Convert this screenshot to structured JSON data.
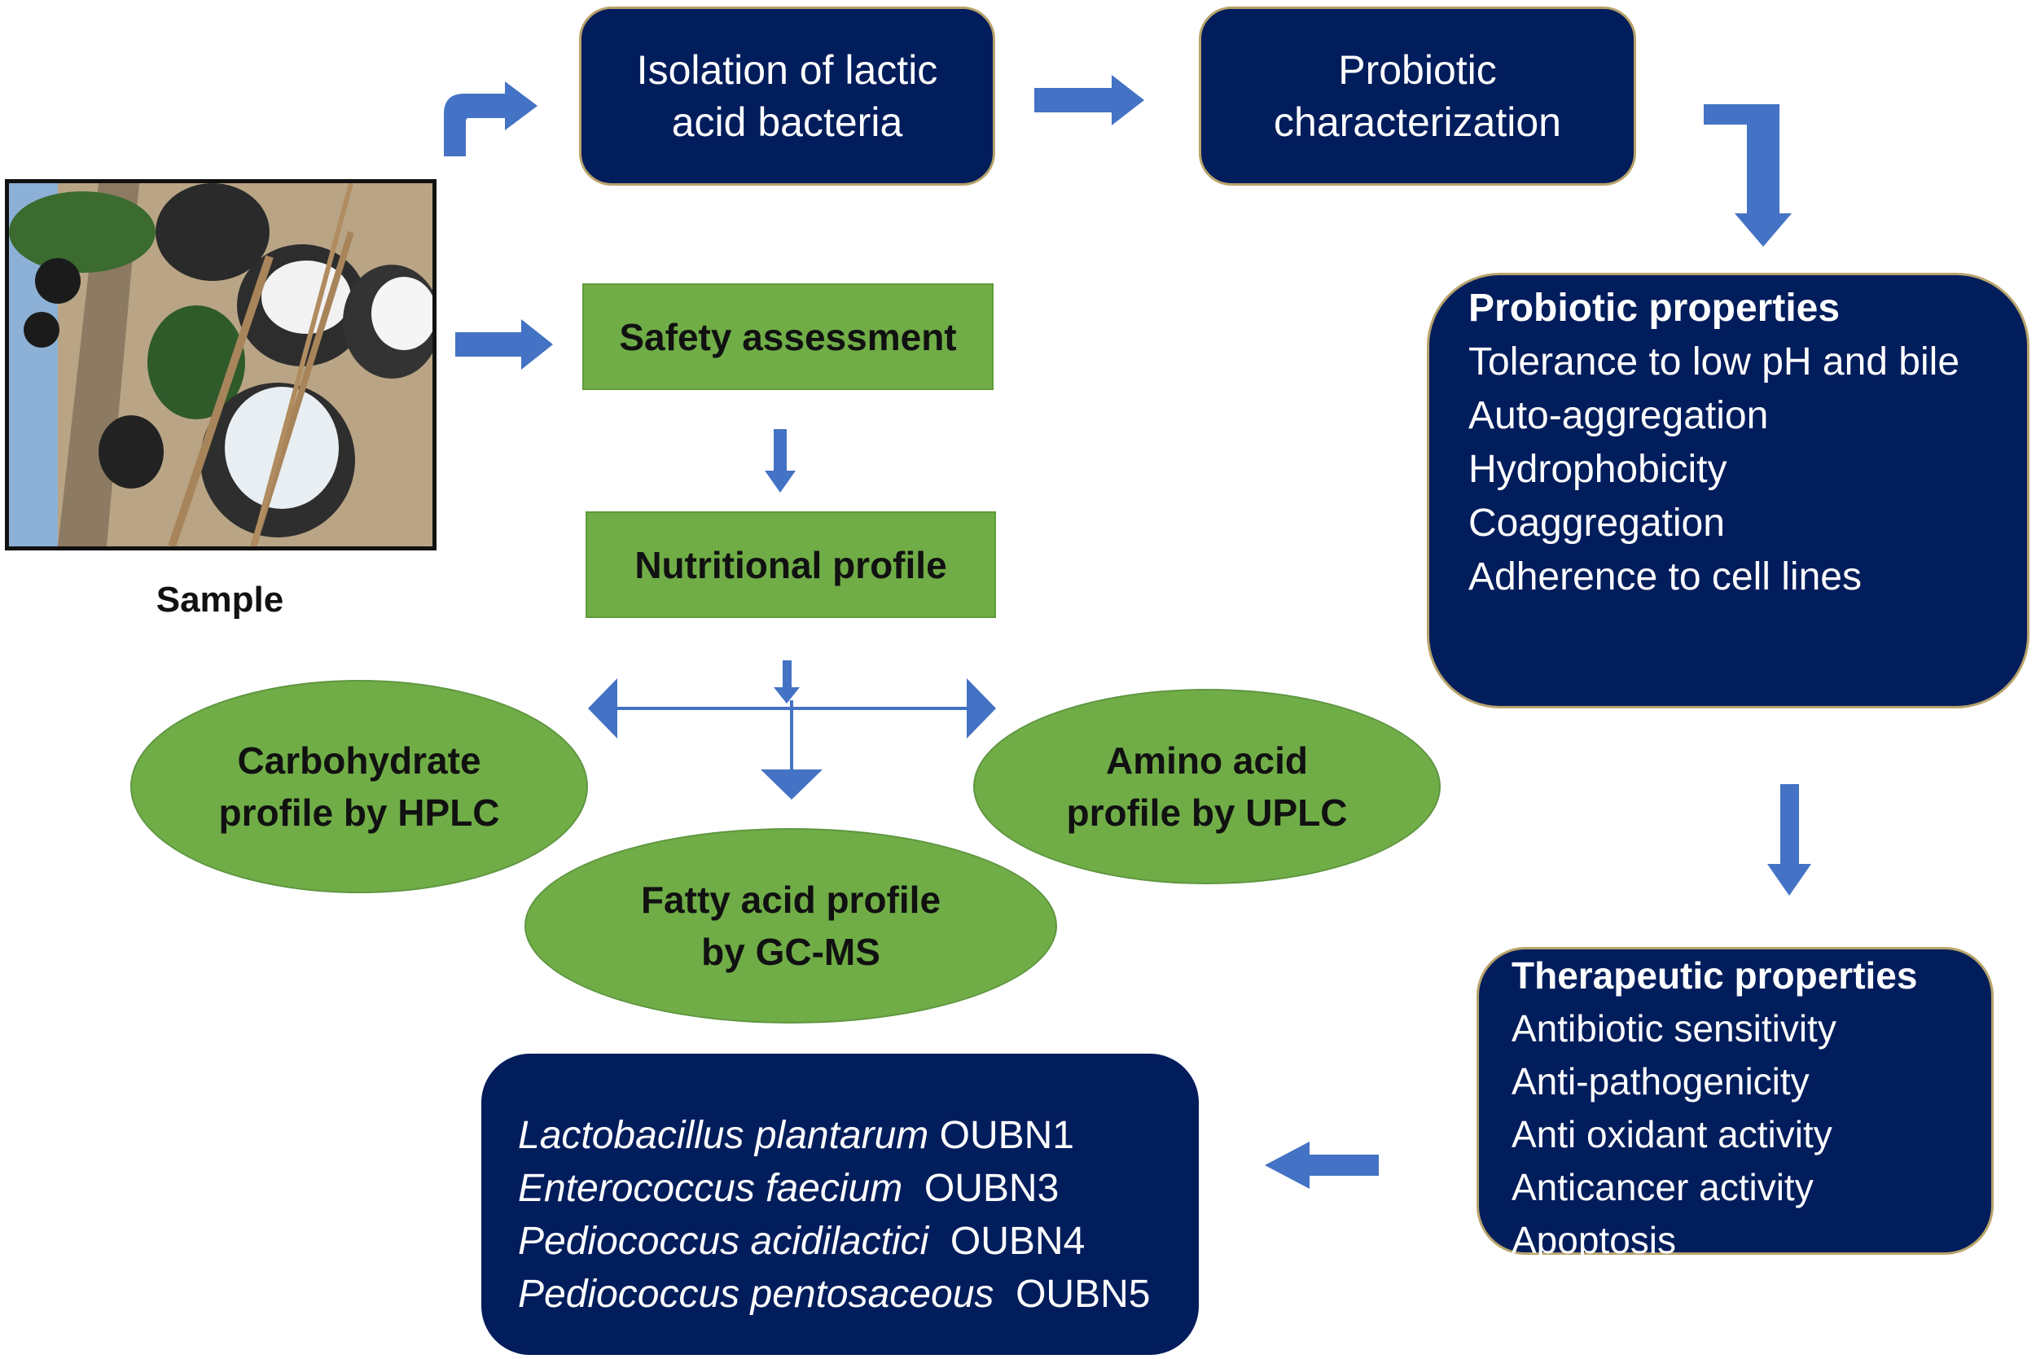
{
  "diagram": {
    "sample": {
      "label": "Sample",
      "image_alt": "Palm trees with clay pots collecting sap"
    },
    "isolation_box": {
      "line1": "Isolation of lactic",
      "line2": "acid bacteria"
    },
    "characterization_box": {
      "line1": "Probiotic",
      "line2": "characterization"
    },
    "safety_box": {
      "label": "Safety assessment"
    },
    "nutritional_box": {
      "label": "Nutritional profile"
    },
    "profiles": {
      "carbohydrate": {
        "line1": "Carbohydrate",
        "line2": "profile by HPLC"
      },
      "fatty_acid": {
        "line1": "Fatty acid profile",
        "line2": "by GC-MS"
      },
      "amino_acid": {
        "line1": "Amino acid",
        "line2": "profile by UPLC"
      }
    },
    "probiotic_properties": {
      "heading": "Probiotic properties",
      "items": [
        "Tolerance to low pH and bile",
        "Auto-aggregation",
        "Hydrophobicity",
        "Coaggregation",
        "Adherence to cell lines"
      ]
    },
    "therapeutic_properties": {
      "heading": "Therapeutic properties",
      "items": [
        "Antibiotic sensitivity",
        "Anti-pathogenicity",
        "Anti oxidant activity",
        "Anticancer activity",
        "Apoptosis"
      ]
    },
    "species": [
      {
        "name": "Lactobacillus plantarum",
        "strain": "OUBN1"
      },
      {
        "name": "Enterococcus faecium",
        "strain": "OUBN3"
      },
      {
        "name": "Pediococcus acidilactici",
        "strain": "OUBN4"
      },
      {
        "name": "Pediococcus pentosaceous",
        "strain": "OUBN5"
      }
    ],
    "colors": {
      "navy_box": "#021d5c",
      "box_border": "#b8a36a",
      "green": "#70ad47",
      "arrow": "#4472c4"
    }
  }
}
